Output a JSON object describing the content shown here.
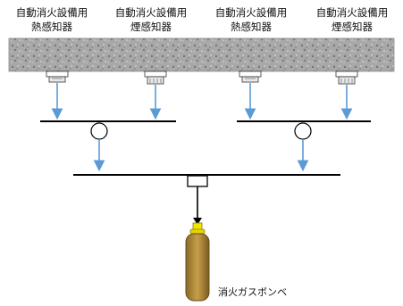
{
  "detectors": [
    {
      "line1": "自動消火設備用",
      "line2": "熱感知器"
    },
    {
      "line1": "自動消火設備用",
      "line2": "煙感知器"
    },
    {
      "line1": "自動消火設備用",
      "line2": "熱感知器"
    },
    {
      "line1": "自動消火設備用",
      "line2": "煙感知器"
    }
  ],
  "cylinder": {
    "label": "消火ガスボンベ"
  },
  "colors": {
    "ceiling": "#a9a9a9",
    "arrow": "#5b9bd5",
    "line": "#000000",
    "cylinder_body": "#b08a3a",
    "cylinder_valve": "#f2e600"
  }
}
